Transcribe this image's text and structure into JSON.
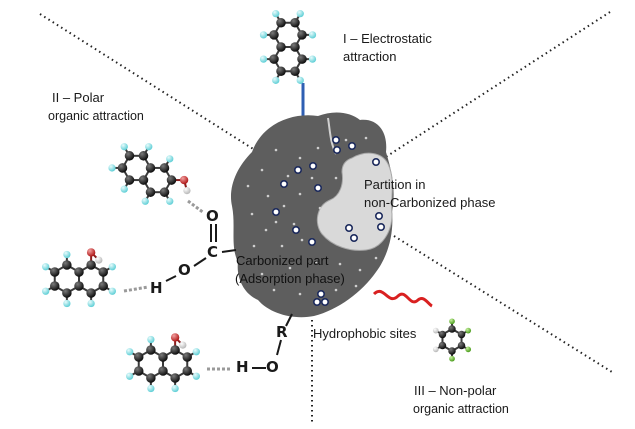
{
  "labels": {
    "electrostatic_1": "I – Electrostatic",
    "electrostatic_2": "attraction",
    "polar_1": "II – Polar",
    "polar_2": "organic attraction",
    "partition_1": "Partition in",
    "partition_2": "non-Carbonized phase",
    "carbonized_1": "Carbonized part",
    "carbonized_2": "(Adsorption phase)",
    "hydrophobic": "Hydrophobic sites",
    "nonpolar_1": "III – Non-polar",
    "nonpolar_2": "organic attraction"
  },
  "atoms": {
    "o_top": "O",
    "c": "C",
    "o_mid": "O",
    "h_mid": "H",
    "r": "R",
    "o_bot": "O",
    "h_bot": "H"
  },
  "colors": {
    "particle": "#5e5e5e",
    "non_carbonized": "#d9d9d9",
    "carbon_atom": "#1a1a1a",
    "hydrogen_atom": "#7fe0e6",
    "oxygen_atom": "#d9322e",
    "fluorine_atom": "#78c83c",
    "electrostatic_bond": "#2f5fb3",
    "hydrophobic_link": "#d92020"
  }
}
